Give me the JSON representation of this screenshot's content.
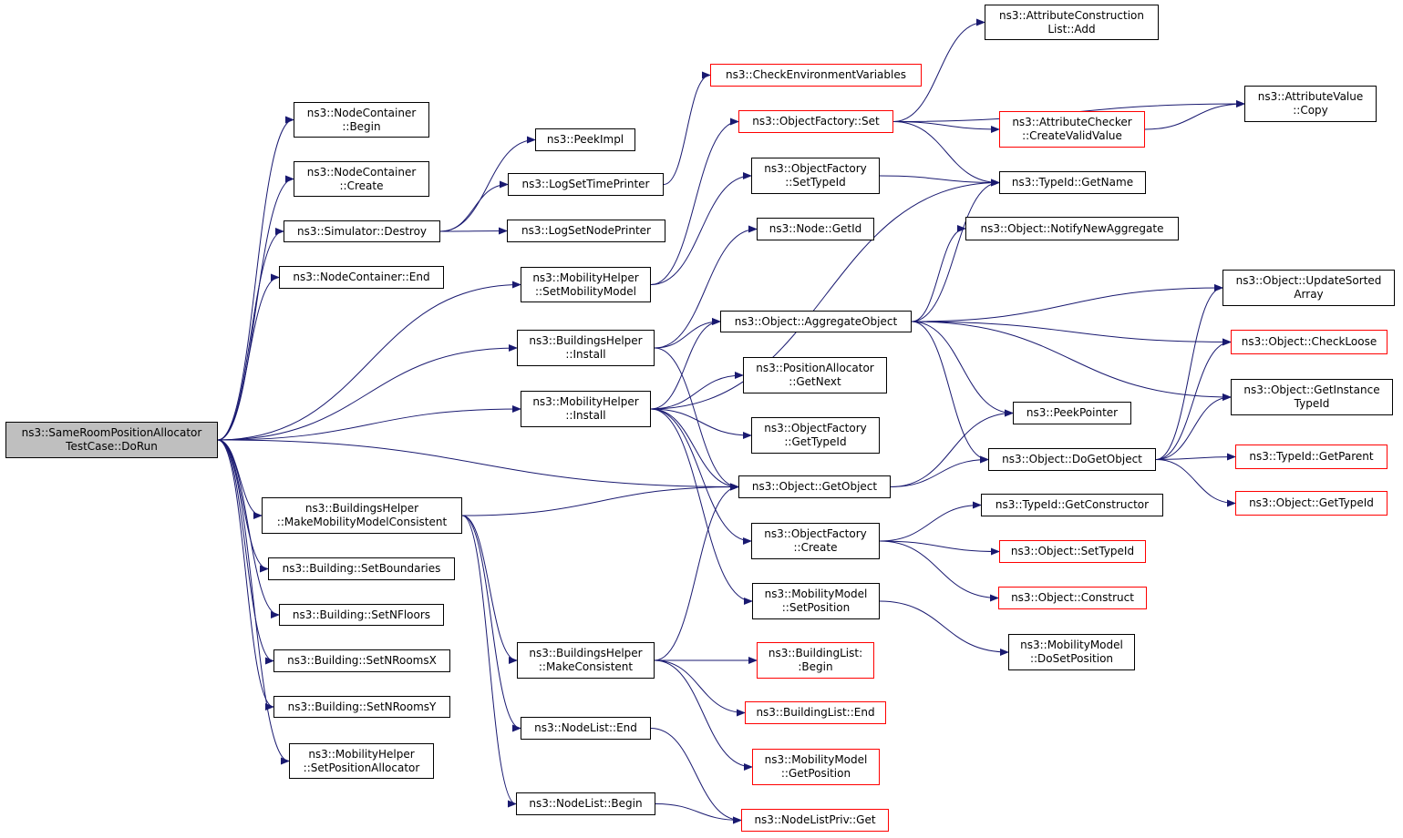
{
  "colors": {
    "edge": "#191970",
    "node_border": "#000000",
    "truncated_border": "#ff0000",
    "root_fill": "#bfbfbf"
  },
  "nodes": [
    {
      "id": "root",
      "lines": [
        "ns3::SameRoomPositionAllocator",
        "TestCase::DoRun"
      ],
      "style": "root"
    },
    {
      "id": "nc_begin",
      "lines": [
        "ns3::NodeContainer",
        "::Begin"
      ],
      "style": "normal"
    },
    {
      "id": "nc_create",
      "lines": [
        "ns3::NodeContainer",
        "::Create"
      ],
      "style": "normal"
    },
    {
      "id": "sim_destroy",
      "lines": [
        "ns3::Simulator::Destroy"
      ],
      "style": "normal"
    },
    {
      "id": "nc_end",
      "lines": [
        "ns3::NodeContainer::End"
      ],
      "style": "normal"
    },
    {
      "id": "bh_mmc",
      "lines": [
        "ns3::BuildingsHelper",
        "::MakeMobilityModelConsistent"
      ],
      "style": "normal"
    },
    {
      "id": "b_bounds",
      "lines": [
        "ns3::Building::SetBoundaries"
      ],
      "style": "normal"
    },
    {
      "id": "b_floors",
      "lines": [
        "ns3::Building::SetNFloors"
      ],
      "style": "normal"
    },
    {
      "id": "b_roomsx",
      "lines": [
        "ns3::Building::SetNRoomsX"
      ],
      "style": "normal"
    },
    {
      "id": "b_roomsy",
      "lines": [
        "ns3::Building::SetNRoomsY"
      ],
      "style": "normal"
    },
    {
      "id": "mh_spa",
      "lines": [
        "ns3::MobilityHelper",
        "::SetPositionAllocator"
      ],
      "style": "normal"
    },
    {
      "id": "peekimpl",
      "lines": [
        "ns3::PeekImpl"
      ],
      "style": "normal"
    },
    {
      "id": "logtime",
      "lines": [
        "ns3::LogSetTimePrinter"
      ],
      "style": "normal"
    },
    {
      "id": "lognode",
      "lines": [
        "ns3::LogSetNodePrinter"
      ],
      "style": "normal"
    },
    {
      "id": "mh_smm",
      "lines": [
        "ns3::MobilityHelper",
        "::SetMobilityModel"
      ],
      "style": "normal"
    },
    {
      "id": "bh_install",
      "lines": [
        "ns3::BuildingsHelper",
        "::Install"
      ],
      "style": "normal"
    },
    {
      "id": "mh_install",
      "lines": [
        "ns3::MobilityHelper",
        "::Install"
      ],
      "style": "normal"
    },
    {
      "id": "bh_mc",
      "lines": [
        "ns3::BuildingsHelper",
        "::MakeConsistent"
      ],
      "style": "normal"
    },
    {
      "id": "nl_end",
      "lines": [
        "ns3::NodeList::End"
      ],
      "style": "normal"
    },
    {
      "id": "nl_begin",
      "lines": [
        "ns3::NodeList::Begin"
      ],
      "style": "normal"
    },
    {
      "id": "checkenv",
      "lines": [
        "ns3::CheckEnvironmentVariables"
      ],
      "style": "red"
    },
    {
      "id": "of_set",
      "lines": [
        "ns3::ObjectFactory::Set"
      ],
      "style": "red"
    },
    {
      "id": "of_settype",
      "lines": [
        "ns3::ObjectFactory",
        "::SetTypeId"
      ],
      "style": "normal"
    },
    {
      "id": "node_getid",
      "lines": [
        "ns3::Node::GetId"
      ],
      "style": "normal"
    },
    {
      "id": "obj_agg",
      "lines": [
        "ns3::Object::AggregateObject"
      ],
      "style": "normal"
    },
    {
      "id": "pa_next",
      "lines": [
        "ns3::PositionAllocator",
        "::GetNext"
      ],
      "style": "normal"
    },
    {
      "id": "of_gettype",
      "lines": [
        "ns3::ObjectFactory",
        "::GetTypeId"
      ],
      "style": "normal"
    },
    {
      "id": "obj_getobj",
      "lines": [
        "ns3::Object::GetObject"
      ],
      "style": "normal"
    },
    {
      "id": "of_create",
      "lines": [
        "ns3::ObjectFactory",
        "::Create"
      ],
      "style": "normal"
    },
    {
      "id": "mm_setpos",
      "lines": [
        "ns3::MobilityModel",
        "::SetPosition"
      ],
      "style": "normal"
    },
    {
      "id": "bl_begin",
      "lines": [
        "ns3::BuildingList:",
        ":Begin"
      ],
      "style": "red"
    },
    {
      "id": "bl_end",
      "lines": [
        "ns3::BuildingList::End"
      ],
      "style": "red"
    },
    {
      "id": "mm_getpos",
      "lines": [
        "ns3::MobilityModel",
        "::GetPosition"
      ],
      "style": "red"
    },
    {
      "id": "nlp_get",
      "lines": [
        "ns3::NodeListPriv::Get"
      ],
      "style": "red"
    },
    {
      "id": "acl_add",
      "lines": [
        "ns3::AttributeConstruction",
        "List::Add"
      ],
      "style": "normal"
    },
    {
      "id": "ac_cvv",
      "lines": [
        "ns3::AttributeChecker",
        "::CreateValidValue"
      ],
      "style": "red"
    },
    {
      "id": "tid_getname",
      "lines": [
        "ns3::TypeId::GetName"
      ],
      "style": "normal"
    },
    {
      "id": "obj_nna",
      "lines": [
        "ns3::Object::NotifyNewAggregate"
      ],
      "style": "normal"
    },
    {
      "id": "peekptr",
      "lines": [
        "ns3::PeekPointer"
      ],
      "style": "normal"
    },
    {
      "id": "obj_dogetobj",
      "lines": [
        "ns3::Object::DoGetObject"
      ],
      "style": "normal"
    },
    {
      "id": "tid_getctor",
      "lines": [
        "ns3::TypeId::GetConstructor"
      ],
      "style": "normal"
    },
    {
      "id": "obj_settid",
      "lines": [
        "ns3::Object::SetTypeId"
      ],
      "style": "red"
    },
    {
      "id": "obj_construct",
      "lines": [
        "ns3::Object::Construct"
      ],
      "style": "red"
    },
    {
      "id": "mm_dosetpos",
      "lines": [
        "ns3::MobilityModel",
        "::DoSetPosition"
      ],
      "style": "normal"
    },
    {
      "id": "av_copy",
      "lines": [
        "ns3::AttributeValue",
        "::Copy"
      ],
      "style": "normal"
    },
    {
      "id": "obj_usa",
      "lines": [
        "ns3::Object::UpdateSorted",
        "Array"
      ],
      "style": "normal"
    },
    {
      "id": "obj_cl",
      "lines": [
        "ns3::Object::CheckLoose"
      ],
      "style": "red"
    },
    {
      "id": "obj_git",
      "lines": [
        "ns3::Object::GetInstance",
        "TypeId"
      ],
      "style": "normal"
    },
    {
      "id": "tid_parent",
      "lines": [
        "ns3::TypeId::GetParent"
      ],
      "style": "red"
    },
    {
      "id": "obj_gettid",
      "lines": [
        "ns3::Object::GetTypeId"
      ],
      "style": "red"
    }
  ],
  "edges": [
    [
      "root",
      "nc_begin"
    ],
    [
      "root",
      "nc_create"
    ],
    [
      "root",
      "sim_destroy"
    ],
    [
      "root",
      "nc_end"
    ],
    [
      "root",
      "mh_smm"
    ],
    [
      "root",
      "bh_install"
    ],
    [
      "root",
      "mh_install"
    ],
    [
      "root",
      "obj_getobj"
    ],
    [
      "root",
      "bh_mmc"
    ],
    [
      "root",
      "b_bounds"
    ],
    [
      "root",
      "b_floors"
    ],
    [
      "root",
      "b_roomsx"
    ],
    [
      "root",
      "b_roomsy"
    ],
    [
      "root",
      "mh_spa"
    ],
    [
      "sim_destroy",
      "peekimpl"
    ],
    [
      "sim_destroy",
      "logtime"
    ],
    [
      "sim_destroy",
      "lognode"
    ],
    [
      "logtime",
      "checkenv"
    ],
    [
      "mh_smm",
      "of_set"
    ],
    [
      "mh_smm",
      "of_settype"
    ],
    [
      "bh_install",
      "node_getid"
    ],
    [
      "bh_install",
      "obj_agg"
    ],
    [
      "bh_install",
      "obj_getobj"
    ],
    [
      "mh_install",
      "tid_getname"
    ],
    [
      "mh_install",
      "obj_agg"
    ],
    [
      "mh_install",
      "pa_next"
    ],
    [
      "mh_install",
      "of_gettype"
    ],
    [
      "mh_install",
      "obj_getobj"
    ],
    [
      "mh_install",
      "of_create"
    ],
    [
      "mh_install",
      "mm_setpos"
    ],
    [
      "bh_mmc",
      "obj_getobj"
    ],
    [
      "bh_mmc",
      "bh_mc"
    ],
    [
      "bh_mmc",
      "nl_end"
    ],
    [
      "bh_mmc",
      "nl_begin"
    ],
    [
      "bh_mc",
      "obj_getobj"
    ],
    [
      "bh_mc",
      "bl_begin"
    ],
    [
      "bh_mc",
      "bl_end"
    ],
    [
      "bh_mc",
      "mm_getpos"
    ],
    [
      "nl_end",
      "nlp_get"
    ],
    [
      "nl_begin",
      "nlp_get"
    ],
    [
      "of_set",
      "acl_add"
    ],
    [
      "of_set",
      "av_copy"
    ],
    [
      "of_set",
      "ac_cvv"
    ],
    [
      "of_set",
      "tid_getname"
    ],
    [
      "of_settype",
      "tid_getname"
    ],
    [
      "ac_cvv",
      "av_copy"
    ],
    [
      "obj_agg",
      "tid_getname"
    ],
    [
      "obj_agg",
      "obj_nna"
    ],
    [
      "obj_agg",
      "obj_usa"
    ],
    [
      "obj_agg",
      "obj_cl"
    ],
    [
      "obj_agg",
      "obj_git"
    ],
    [
      "obj_agg",
      "peekptr"
    ],
    [
      "obj_agg",
      "obj_dogetobj"
    ],
    [
      "obj_getobj",
      "peekptr"
    ],
    [
      "obj_getobj",
      "obj_dogetobj"
    ],
    [
      "obj_dogetobj",
      "obj_usa"
    ],
    [
      "obj_dogetobj",
      "obj_cl"
    ],
    [
      "obj_dogetobj",
      "obj_git"
    ],
    [
      "obj_dogetobj",
      "tid_parent"
    ],
    [
      "obj_dogetobj",
      "obj_gettid"
    ],
    [
      "of_create",
      "tid_getctor"
    ],
    [
      "of_create",
      "obj_settid"
    ],
    [
      "of_create",
      "obj_construct"
    ],
    [
      "mm_setpos",
      "mm_dosetpos"
    ]
  ]
}
